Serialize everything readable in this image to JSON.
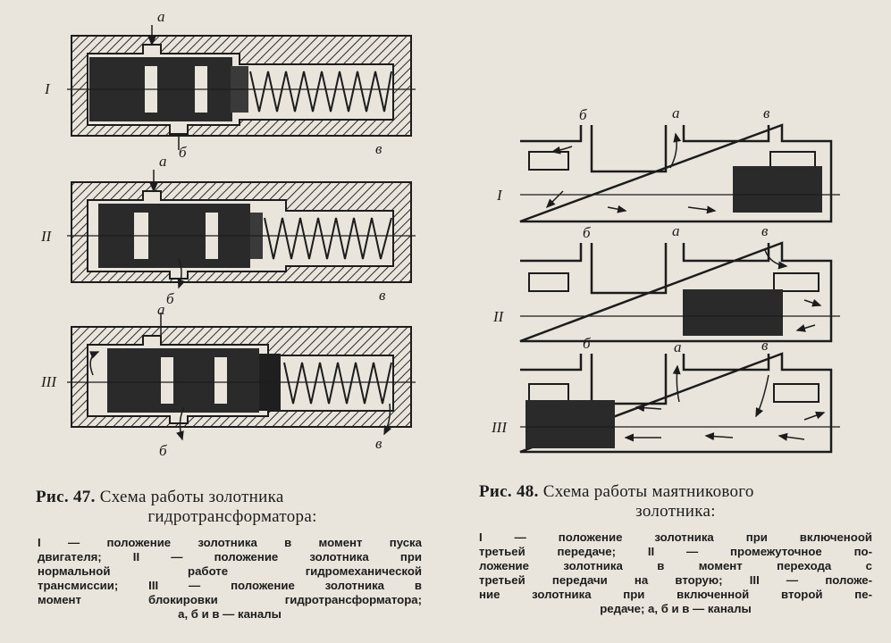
{
  "figure47": {
    "position_labels": [
      "I",
      "II",
      "III"
    ],
    "channel_labels": {
      "a": "а",
      "b": "б",
      "v": "в"
    },
    "caption_prefix": "Рис.",
    "caption_number": "47.",
    "caption_title_line1": "Схема   работы золотника",
    "caption_title_line2": "гидротрансформатора:",
    "legend_line1": "I — положение золотника в момент  пуска",
    "legend_line2": "двигателя; II — положение золотника  при",
    "legend_line3": "нормальной      работе      гидромеханической",
    "legend_line4": "трансмиссии; III — положение золотника в",
    "legend_line5": "момент блокировки   гидротрансформатора;",
    "legend_line6": "а, б и в — каналы"
  },
  "figure48": {
    "position_labels": [
      "I",
      "II",
      "III"
    ],
    "channel_labels": {
      "a": "а",
      "b": "б",
      "v": "в"
    },
    "caption_prefix": "Рис.",
    "caption_number": "48.",
    "caption_title_line1": "Схема работы маятникового",
    "caption_title_line2": "золотника:",
    "legend_line1": "I — положение  золотника  при включеноой",
    "legend_line2": "третьей передаче; II — промежуточное по-",
    "legend_line3": "ложение  золотника в момент  перехода с",
    "legend_line4": "третьей передачи на вторую; III — положе-",
    "legend_line5": "ние золотника при включенной второй пе-",
    "legend_line6": "редаче; а, б и в — каналы"
  }
}
